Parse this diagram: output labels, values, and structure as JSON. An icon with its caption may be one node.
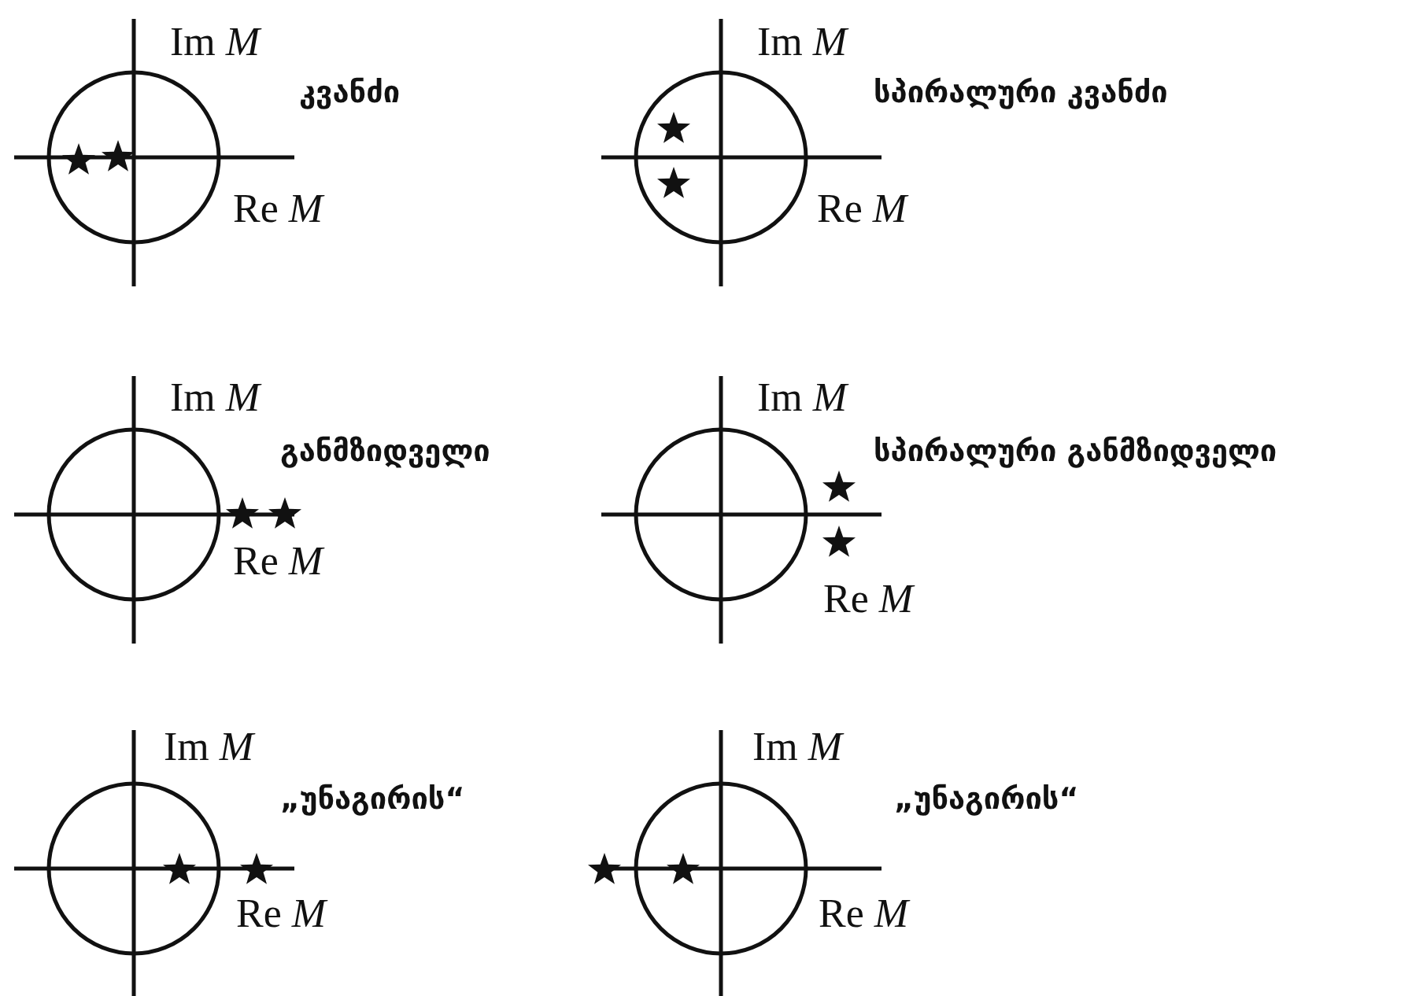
{
  "diagram": {
    "labels": [
      "Im *M*",
      "კვანძი",
      "Re *M*",
      "Im *M*",
      "სპირალური კვანძი",
      "Re *M*",
      "Im *M*",
      "განმზიდველი",
      "Re *M*",
      "Im *M*",
      "სპირალური განმზიდველი",
      "Re *M*",
      "Im *M*",
      "„უნაგირის“",
      "Re *M*",
      "Im *M*",
      "„უნაგირის“",
      "Re *M*"
    ]
  }
}
